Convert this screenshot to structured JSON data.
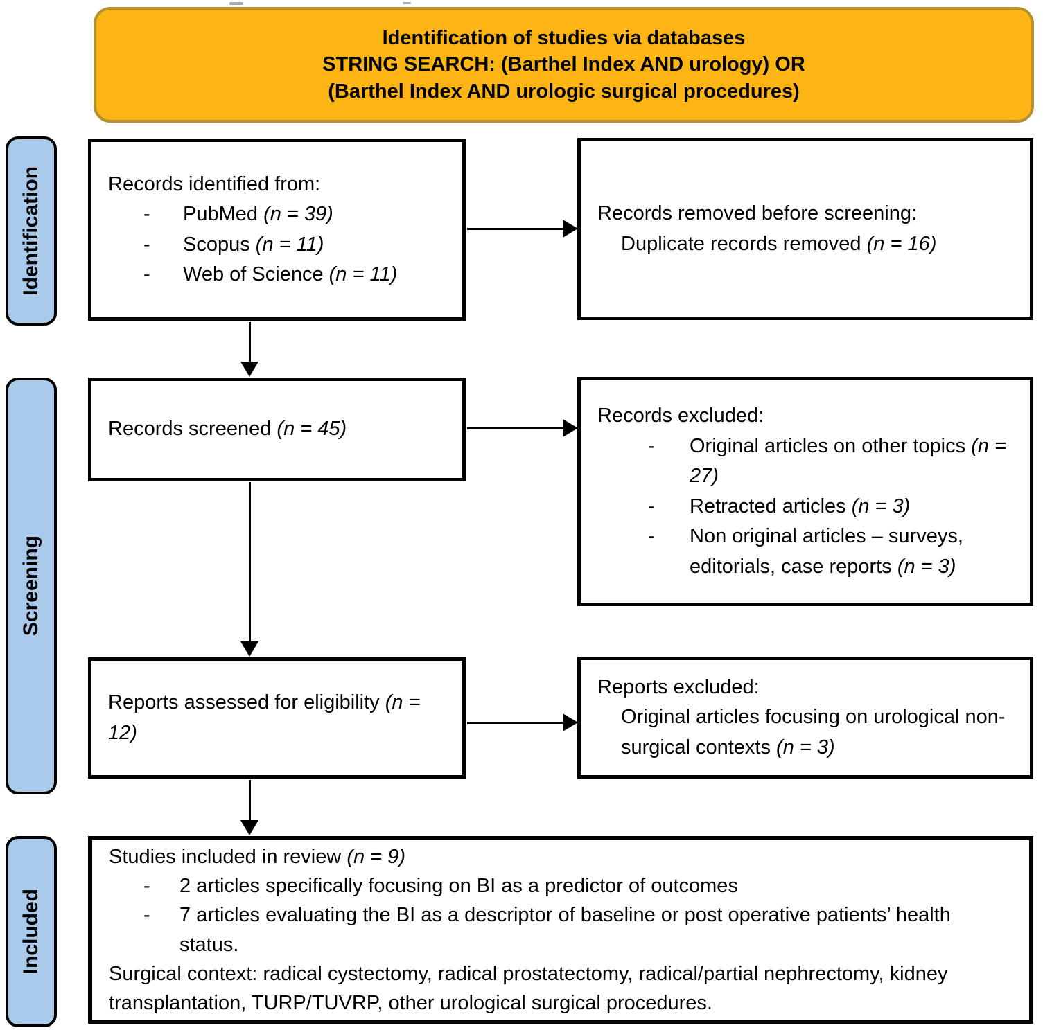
{
  "colors": {
    "header_fill": "#FCB515",
    "header_border": "#B5902E",
    "stage_fill": "#A9CAEA",
    "box_border": "#000000",
    "text": "#000000",
    "background": "#FFFFFF"
  },
  "header": {
    "lines": [
      "Identification of studies via databases",
      "STRING SEARCH: (Barthel Index AND urology) OR",
      "(Barthel Index AND urologic surgical procedures)"
    ]
  },
  "sidebar": {
    "items": [
      {
        "label": "Identification"
      },
      {
        "label": "Screening"
      },
      {
        "label": "Included"
      }
    ]
  },
  "boxes": {
    "records_identified": {
      "lines": [
        {
          "seg": [
            {
              "t": "Records identified from:"
            }
          ]
        },
        {
          "bullet": true,
          "seg": [
            {
              "t": "PubMed "
            },
            {
              "t": "(n = 39)",
              "i": true
            }
          ]
        },
        {
          "bullet": true,
          "seg": [
            {
              "t": "Scopus "
            },
            {
              "t": "(n = 11)",
              "i": true
            }
          ]
        },
        {
          "bullet": true,
          "seg": [
            {
              "t": "Web of Science "
            },
            {
              "t": "(n = 11)",
              "i": true
            }
          ]
        }
      ]
    },
    "records_removed": {
      "lines": [
        {
          "seg": [
            {
              "t": "Records removed before screening:"
            }
          ]
        },
        {
          "indent": true,
          "seg": [
            {
              "t": "Duplicate records removed "
            },
            {
              "t": "(n = 16)",
              "i": true
            }
          ]
        }
      ]
    },
    "records_screened": {
      "lines": [
        {
          "seg": [
            {
              "t": "Records screened "
            },
            {
              "t": "(n = 45)",
              "i": true
            }
          ]
        }
      ]
    },
    "records_excluded": {
      "lines": [
        {
          "seg": [
            {
              "t": "Records excluded:"
            }
          ]
        },
        {
          "bullet": true,
          "seg": [
            {
              "t": "Original articles on other topics "
            },
            {
              "t": "(n = 27)",
              "i": true
            }
          ]
        },
        {
          "bullet": true,
          "seg": [
            {
              "t": "Retracted articles "
            },
            {
              "t": "(n = 3)",
              "i": true
            }
          ]
        },
        {
          "bullet": true,
          "seg": [
            {
              "t": "Non original articles – surveys, editorials, case reports "
            },
            {
              "t": "(n = 3)",
              "i": true
            }
          ]
        }
      ]
    },
    "reports_assessed": {
      "lines": [
        {
          "seg": [
            {
              "t": "Reports assessed for eligibility "
            },
            {
              "t": "(n = 12)",
              "i": true
            }
          ]
        }
      ]
    },
    "reports_excluded": {
      "lines": [
        {
          "seg": [
            {
              "t": "Reports excluded:"
            }
          ]
        },
        {
          "indent": true,
          "seg": [
            {
              "t": "Original articles focusing on urological non-surgical contexts "
            },
            {
              "t": "(n = 3)",
              "i": true
            }
          ]
        }
      ]
    },
    "studies_included": {
      "lines": [
        {
          "seg": [
            {
              "t": "Studies included in review "
            },
            {
              "t": "(n = 9)",
              "i": true
            }
          ]
        },
        {
          "bullet": true,
          "seg": [
            {
              "t": "2 articles specifically focusing on BI as a predictor of outcomes"
            }
          ]
        },
        {
          "bullet": true,
          "seg": [
            {
              "t": "7 articles evaluating the BI as a descriptor of baseline or post operative patients’ health status."
            }
          ]
        },
        {
          "seg": [
            {
              "t": "Surgical context: radical cystectomy, radical prostatectomy, radical/partial nephrectomy, kidney transplantation, TURP/TUVRP, other urological surgical procedures."
            }
          ]
        }
      ]
    }
  }
}
